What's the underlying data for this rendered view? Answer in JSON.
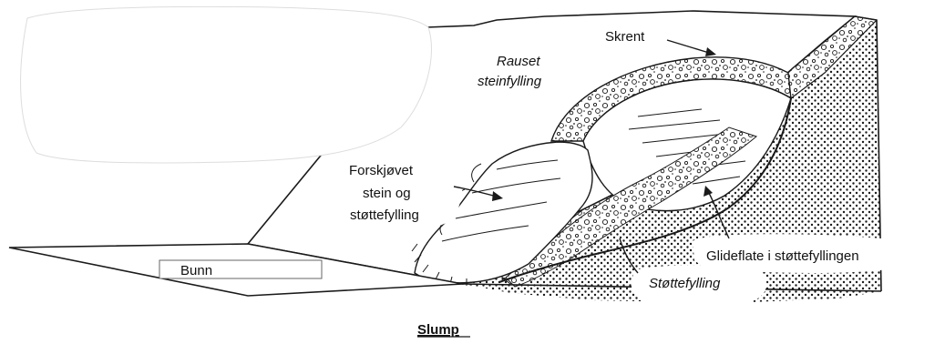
{
  "title": "Slump",
  "labels": {
    "skrent": "Skrent",
    "rauset_1": "Rauset",
    "rauset_2": "steinfylling",
    "forskjovet_1": "Forskjøvet",
    "forskjovet_2": "stein og",
    "forskjovet_3": "støttefylling",
    "glideflate": "Glideflate i støttefyllingen",
    "stottefylling": "Støttefylling",
    "bunn": "Bunn"
  }
}
